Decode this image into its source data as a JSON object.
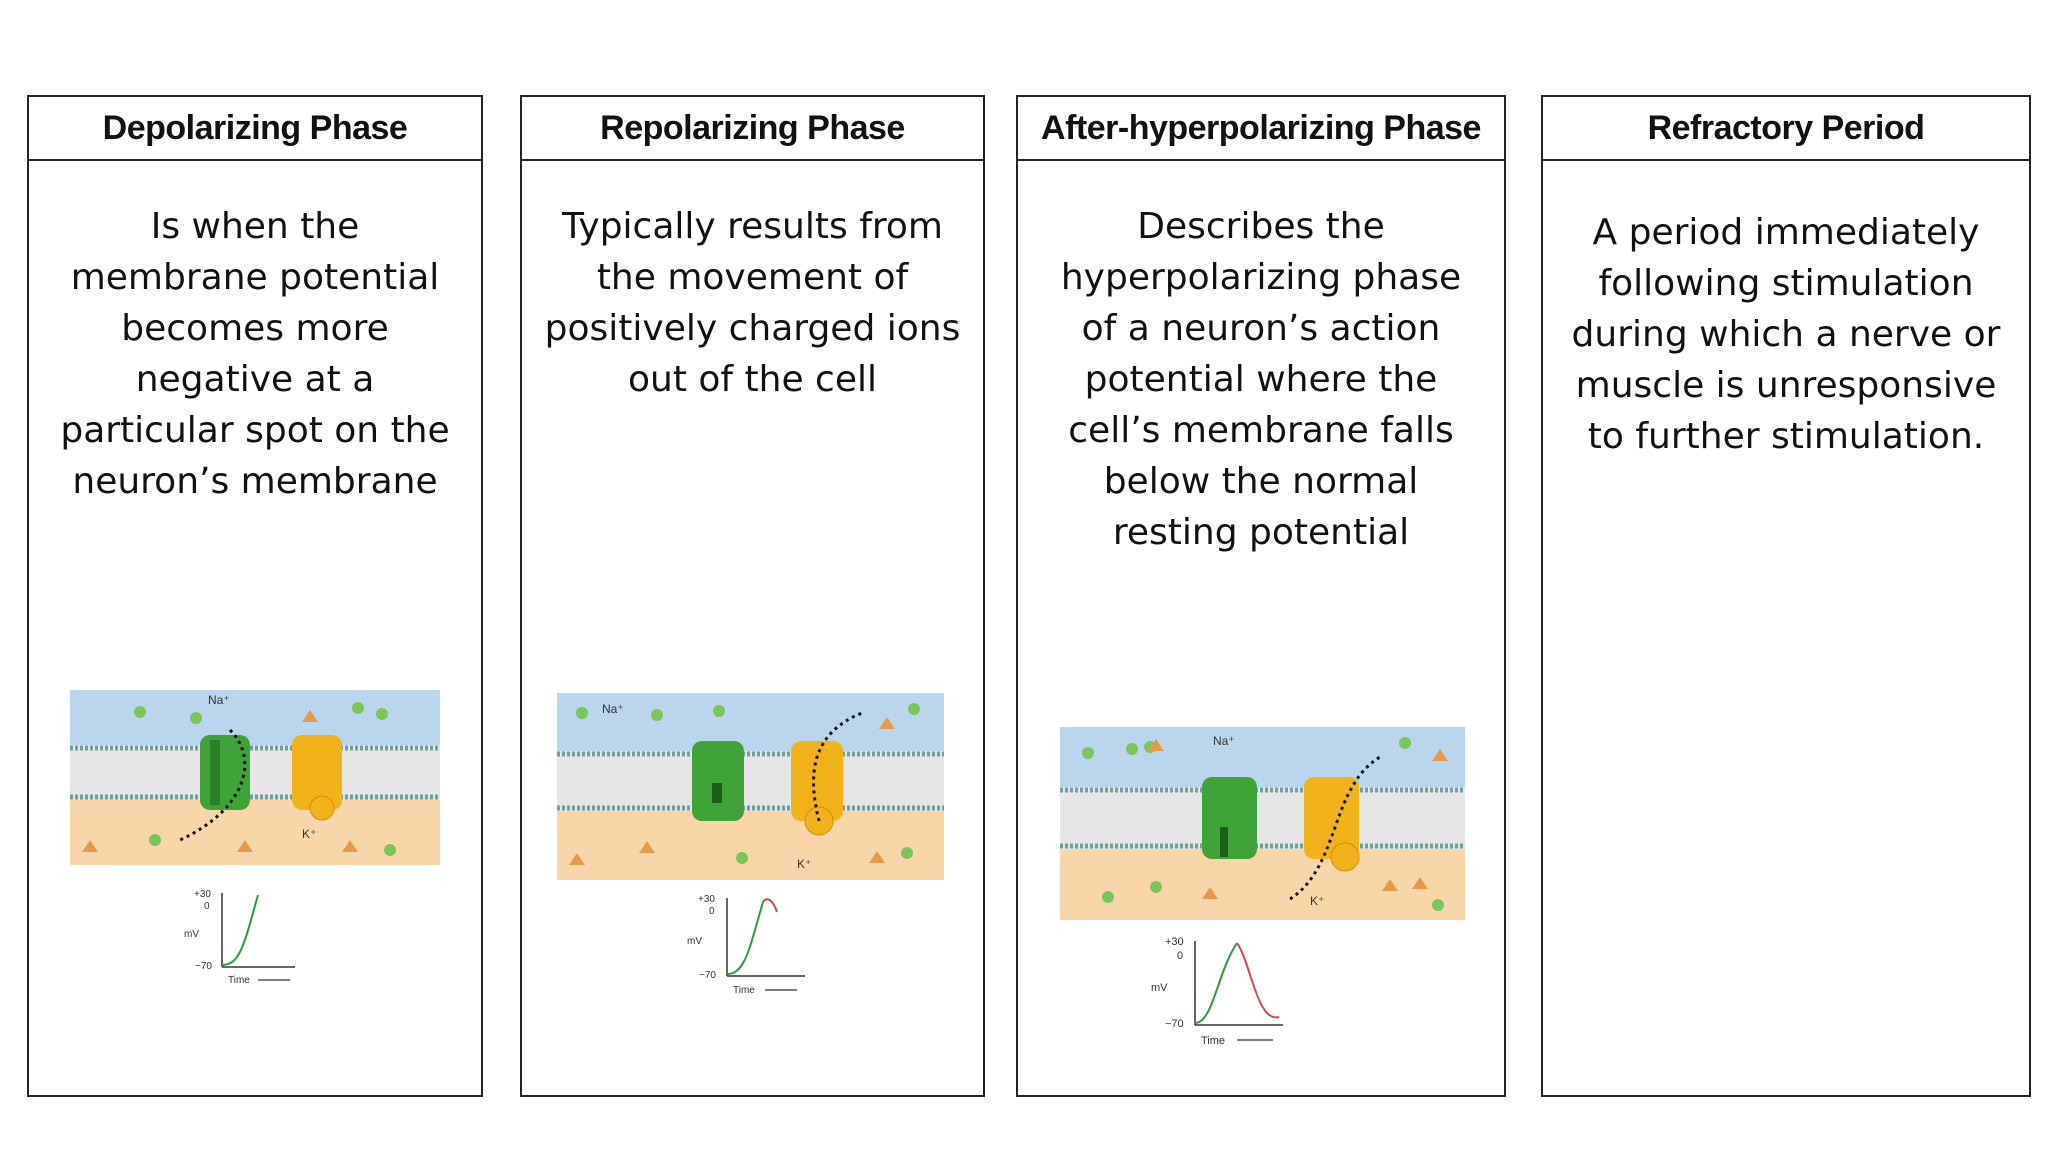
{
  "cards": [
    {
      "title": "Depolarizing Phase",
      "description": "Is when the membrane potential becomes more negative at a particular spot on the neuron’s membrane",
      "figure": {
        "na_label": "Na⁺",
        "k_label": "K⁺",
        "y_top": "+30",
        "y_zero": "0",
        "y_bottom": "−70",
        "unit": "mV",
        "x_label": "Time"
      }
    },
    {
      "title": "Repolarizing Phase",
      "description": "Typically results from the movement of positively charged ions out of the cell",
      "figure": {
        "na_label": "Na⁺",
        "k_label": "K⁺",
        "y_top": "+30",
        "y_zero": "0",
        "y_bottom": "−70",
        "unit": "mV",
        "x_label": "Time"
      }
    },
    {
      "title": "After-hyperpolarizing Phase",
      "description": "Describes the hyperpolarizing phase of a neuron’s action potential where the cell’s membrane falls below the normal resting potential",
      "figure": {
        "na_label": "Na⁺",
        "k_label": "K⁺",
        "y_top": "+30",
        "y_zero": "0",
        "y_bottom": "−70",
        "unit": "mV",
        "x_label": "Time"
      }
    },
    {
      "title": "Refractory Period",
      "description": "A period immediately following stimulation during which a nerve or muscle is unresponsive to further stimulation."
    }
  ],
  "colors": {
    "border": "#222222",
    "extracellular": "#b9d6ee",
    "intracellular": "#f9d6aa",
    "na_channel": "#3fa33a",
    "k_channel": "#f2b21c",
    "curve_rise": "#2e9a3a",
    "curve_fall": "#d24a4a"
  }
}
